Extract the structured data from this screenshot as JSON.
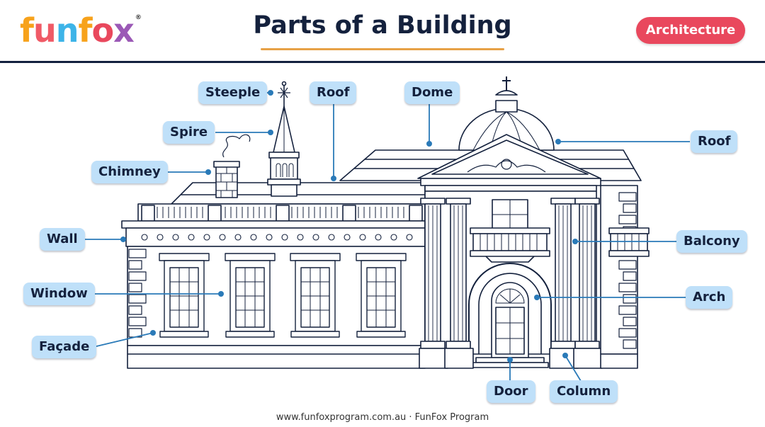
{
  "logo": {
    "letters": [
      "f",
      "u",
      "n",
      "f",
      "o",
      "x"
    ],
    "colors": [
      "#f7a21b",
      "#f05a66",
      "#3db4e8",
      "#f7a21b",
      "#e9485d",
      "#9b59b6"
    ],
    "registered": "®"
  },
  "header": {
    "title": "Parts of a Building",
    "badge": "Architecture"
  },
  "labels": {
    "steeple": "Steeple",
    "roof_left": "Roof",
    "dome": "Dome",
    "spire": "Spire",
    "roof_right": "Roof",
    "chimney": "Chimney",
    "wall": "Wall",
    "balcony": "Balcony",
    "window": "Window",
    "arch": "Arch",
    "facade": "Façade",
    "door": "Door",
    "column": "Column"
  },
  "footer": {
    "text": "www.funfoxprogram.com.au · FunFox Program"
  },
  "colors": {
    "navy": "#14213d",
    "label_bg": "#bfe0f9",
    "leader": "#2a7ab8",
    "accent": "#e7a146",
    "badge": "#e9485d"
  }
}
